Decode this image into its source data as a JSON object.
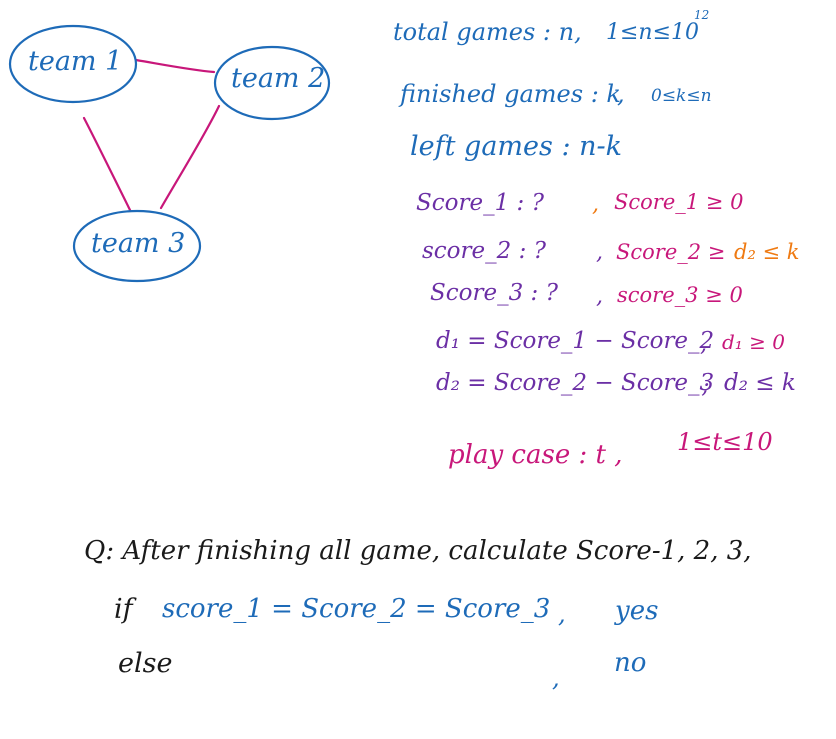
{
  "graph": {
    "nodes": [
      {
        "id": "team1",
        "label": "team 1"
      },
      {
        "id": "team2",
        "label": "team 2"
      },
      {
        "id": "team3",
        "label": "team 3"
      }
    ],
    "edges": [
      {
        "from": "team1",
        "to": "team2"
      },
      {
        "from": "team2",
        "to": "team3"
      },
      {
        "from": "team1",
        "to": "team3"
      }
    ],
    "colors": {
      "node_outline": "#1e6bb8",
      "edge": "#c8177a"
    }
  },
  "notes": {
    "total_games": {
      "label": "total games : n",
      "sep": ",",
      "constraint": "1≤n≤10",
      "exp": "12"
    },
    "finished_games": {
      "label": "finished games : k",
      "sep": ",",
      "constraint": "0≤k≤n"
    },
    "left_games": {
      "label": "left games : n-k"
    },
    "score1": {
      "label": "Score_1 : ?",
      "sep": ",",
      "constraint": "Score_1 ≥ 0"
    },
    "score2": {
      "label": "score_2 : ?",
      "sep": ",",
      "constraint_a": "Score_2 ≥",
      "constraint_b": "d₂ ≤ k"
    },
    "score3": {
      "label": "Score_3 : ?",
      "sep": ",",
      "constraint": "score_3 ≥ 0"
    },
    "d1": {
      "label": "d₁ = Score_1 − Score_2",
      "sep": ",",
      "constraint": "d₁ ≥ 0"
    },
    "d2": {
      "label": "d₂ = Score_2 − Score_3",
      "sep": ";",
      "constraint": "d₂ ≤ k"
    },
    "play_case": {
      "label": "play case : t ,",
      "constraint": "1≤t≤10"
    }
  },
  "question": {
    "line1": "Q: After finishing all game, calculate Score-1, 2, 3,",
    "if_kw": "if",
    "condition": "score_1 = Score_2 = Score_3",
    "if_sep": ",",
    "if_result": "yes",
    "else_kw": "else",
    "else_sep": ",",
    "else_result": "no"
  }
}
